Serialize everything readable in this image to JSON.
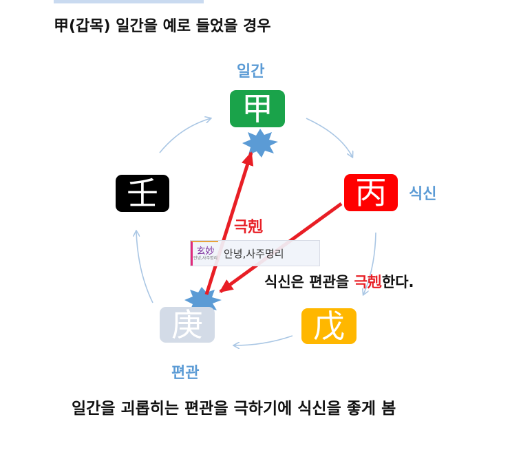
{
  "title": "甲(갑목) 일간을 예로 들었을 경우",
  "stems": {
    "gap": {
      "char": "甲",
      "color": "#1aa34a"
    },
    "byeong": {
      "char": "丙",
      "color": "#ff0000"
    },
    "mu": {
      "char": "戊",
      "color": "#ffb700"
    },
    "gyeong": {
      "char": "庚",
      "color": "#d3dbe7"
    },
    "im": {
      "char": "壬",
      "color": "#000000"
    }
  },
  "roles": {
    "ilgan": "일간",
    "siksin": "식신",
    "pyeongwan": "편관"
  },
  "clash_label": "극剋",
  "statement": {
    "before": "식신은 편관을 ",
    "highlight": "극剋",
    "after": "한다."
  },
  "caption": "일간을 괴롭히는 편관을 극하기에 식신을 좋게 봄",
  "watermark": {
    "logo_text": "玄妙",
    "logo_sub": "안녕,사주명리",
    "text": "안녕,사주명리"
  },
  "colors": {
    "cycle_arrow": "#a9c6e4",
    "control_arrow": "#e81e25",
    "burst": "#5b9bd5",
    "role_text": "#5b9bd5"
  }
}
